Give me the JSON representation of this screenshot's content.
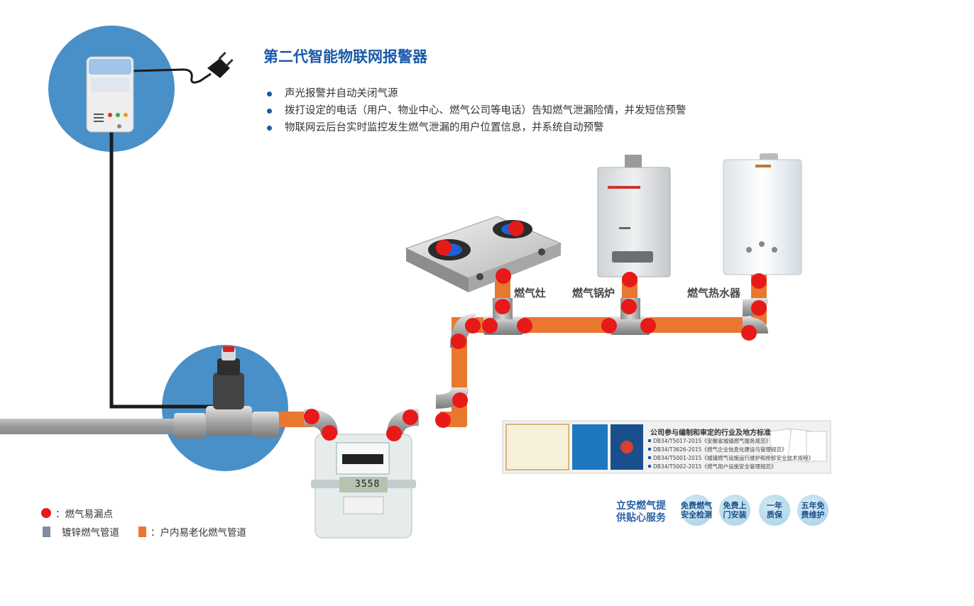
{
  "title": "第二代智能物联网报警器",
  "features": [
    "声光报警并自动关闭气源",
    "拨打设定的电话（用户、物业中心、燃气公司等电话）告知燃气泄漏险情，并发短信预警",
    "物联网云后台实时监控发生燃气泄漏的用户位置信息，并系统自动预警"
  ],
  "appliances": {
    "stove": "燃气灶",
    "boiler": "燃气锅炉",
    "water_heater": "燃气热水器"
  },
  "meter_reading": "3558",
  "legend": {
    "leak_point": "：燃气易漏点",
    "galvanized_pipe": "镀锌燃气管道",
    "indoor_pipe": "：户内易老化燃气管道"
  },
  "services": {
    "title_line1": "立安燃气提",
    "title_line2": "供贴心服务",
    "items": [
      "免费燃气\n安全检测",
      "免费上\n门安装",
      "一年\n质保",
      "五年免\n费维护"
    ]
  },
  "certificates": {
    "heading": "公司参与编制和审定的行业及地方标准",
    "lines": [
      "DB34/T5017-2015《安徽省城镇燃气服务规范》",
      "DB34/T3626-2015《燃气企业信息化建设与管理规范》",
      "DB34/T5001-2015《城镇燃气设施运行维护和抢修安全技术规程》",
      "DB34/T5002-2015《燃气用户设施安全管理规范》"
    ]
  },
  "colors": {
    "title": "#1a5aa8",
    "indoor_pipe": "#e8782f",
    "galvanized_pipe": "#9b9b9b",
    "leak_point": "#e81919",
    "circle_bg": "#4a90c8"
  }
}
